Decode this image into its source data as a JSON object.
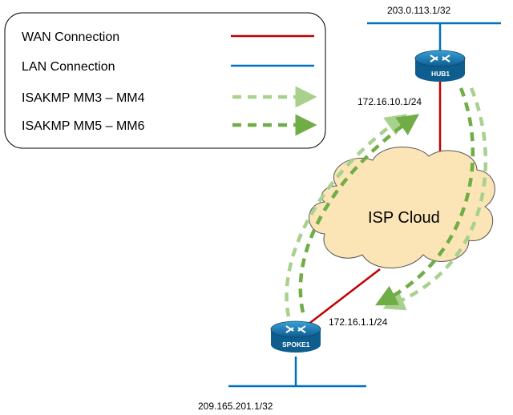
{
  "legend": {
    "items": [
      {
        "label": "WAN Connection",
        "style": "solid",
        "color": "#c00000"
      },
      {
        "label": "LAN Connection",
        "style": "solid",
        "color": "#0070c0"
      },
      {
        "label": "ISAKMP MM3 – MM4",
        "style": "dashed-arrow",
        "color": "#a9d18e"
      },
      {
        "label": "ISAKMP MM5 – MM6",
        "style": "dashed-arrow",
        "color": "#70ad47"
      }
    ]
  },
  "devices": {
    "hub": {
      "label": "HUB1",
      "lan_ip": "203.0.113.1/32",
      "wan_ip": "172.16.10.1/24"
    },
    "spoke": {
      "label": "SPOKE1",
      "lan_ip": "209.165.201.1/32",
      "wan_ip": "172.16.1.1/24"
    }
  },
  "cloud": {
    "label": "ISP Cloud"
  },
  "colors": {
    "wan": "#c00000",
    "lan": "#0070c0",
    "mm34": "#a9d18e",
    "mm56": "#70ad47",
    "cloud_fill": "#fbe5b6",
    "cloud_stroke": "#555555",
    "router_fill": "#1f7fb5"
  }
}
